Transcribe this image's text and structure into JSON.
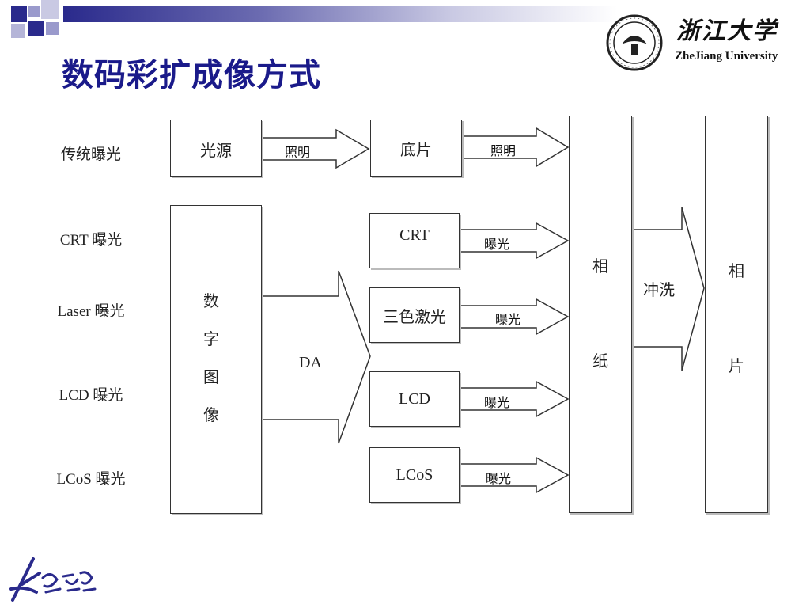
{
  "slide": {
    "title": "数码彩扩成像方式",
    "university_en": "ZheJiang University",
    "university_cn": "浙江大学"
  },
  "rows": [
    {
      "label": "传统曝光"
    },
    {
      "label": "CRT 曝光"
    },
    {
      "label": "Laser 曝光"
    },
    {
      "label": "LCD 曝光"
    },
    {
      "label": "LCoS 曝光"
    }
  ],
  "boxes": {
    "light_source": "光源",
    "film": "底片",
    "crt": "CRT",
    "tricolor_laser": "三色激光",
    "lcd": "LCD",
    "lcos": "LCoS",
    "digital_image": [
      "数",
      "字",
      "图",
      "像"
    ],
    "photo_paper": [
      "相",
      "纸"
    ],
    "photo": [
      "相",
      "片"
    ]
  },
  "arrows": {
    "illuminate_1": "照明",
    "illuminate_2": "照明",
    "expose_crt": "曝光",
    "expose_laser": "曝光",
    "expose_lcd": "曝光",
    "expose_lcos": "曝光",
    "da": "DA",
    "develop": "冲洗"
  },
  "colors": {
    "title": "#1a1a8a",
    "accent_dark": "#2a2a8c",
    "accent_light": "#9a9acc"
  }
}
